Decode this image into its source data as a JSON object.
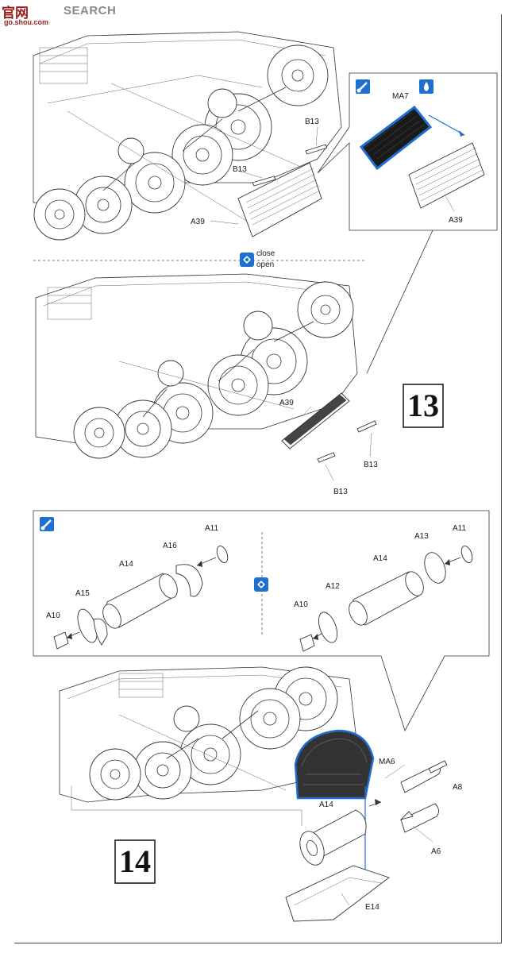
{
  "watermark": {
    "brand_cn": "官网",
    "brand_en": "SEARCH",
    "url": "go.shou.com"
  },
  "steps": [
    {
      "number": "13",
      "callout_top_labels": [
        "MA7",
        "A39"
      ],
      "labels": [
        "B13",
        "B13",
        "A39"
      ],
      "option_legend": {
        "close": "close",
        "open": "open"
      },
      "lower_labels": [
        "A39",
        "B13",
        "B13"
      ]
    },
    {
      "number": "14",
      "callout_left_labels": [
        "A11",
        "A16",
        "A14",
        "A15",
        "A10"
      ],
      "callout_right_labels": [
        "A11",
        "A13",
        "A14",
        "A12",
        "A10"
      ],
      "labels": [
        "MA6",
        "A8",
        "A14",
        "A6",
        "E14"
      ]
    }
  ],
  "colors": {
    "accent_blue": "#1f6fd1",
    "line_dark": "#333333"
  },
  "icons": [
    "paint-brush-icon",
    "glue-drop-icon",
    "option-toggle-icon"
  ]
}
